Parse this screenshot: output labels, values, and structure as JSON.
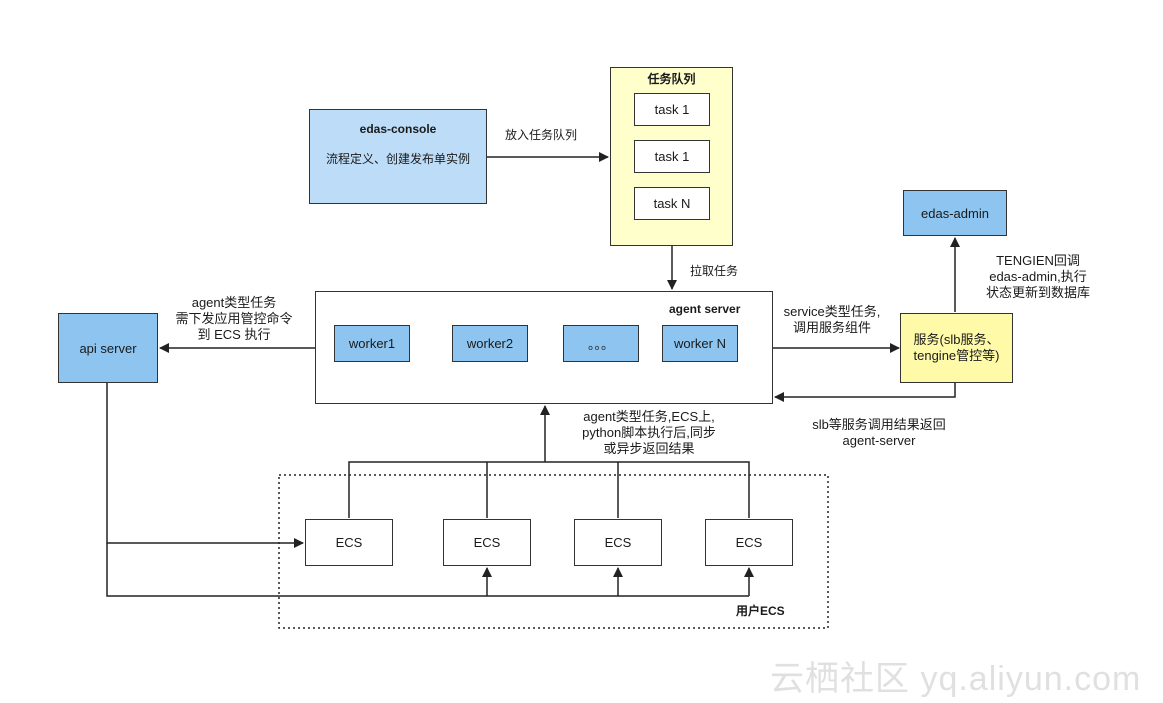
{
  "console": {
    "title": "edas-console",
    "subtitle": "流程定义、创建发布单实例"
  },
  "edge_labels": {
    "enqueue": "放入任务队列",
    "pull": "拉取任务",
    "agent_task": [
      "agent类型任务",
      "需下发应用管控命令",
      "到 ECS 执行"
    ],
    "service_task": [
      "service类型任务,",
      "调用服务组件"
    ],
    "callback": [
      "TENGIEN回调",
      "edas-admin,执行",
      "状态更新到数据库"
    ],
    "slb_return": [
      "slb等服务调用结果返回",
      "agent-server"
    ],
    "ecs_return": [
      "agent类型任务,ECS上,",
      "python脚本执行后,同步",
      "或异步返回结果"
    ]
  },
  "queue": {
    "title": "任务队列",
    "tasks": [
      "task 1",
      "task 1",
      "task N"
    ]
  },
  "agent_server": {
    "title": "agent server",
    "workers": [
      "worker1",
      "worker2",
      "。。。",
      "worker N"
    ]
  },
  "api_server": {
    "label": "api server"
  },
  "edas_admin": {
    "label": "edas-admin"
  },
  "services": {
    "lines": [
      "服务(slb服务、",
      "tengine管控等)"
    ]
  },
  "user_ecs": {
    "label": "用户ECS",
    "nodes": [
      "ECS",
      "ECS",
      "ECS",
      "ECS"
    ]
  },
  "watermark": "云栖社区 yq.aliyun.com",
  "colors": {
    "console_fill": "#bcdcf7",
    "worker_fill": "#8dc5f0",
    "queue_fill": "#ffffcc",
    "service_fill": "#fffaa8"
  }
}
